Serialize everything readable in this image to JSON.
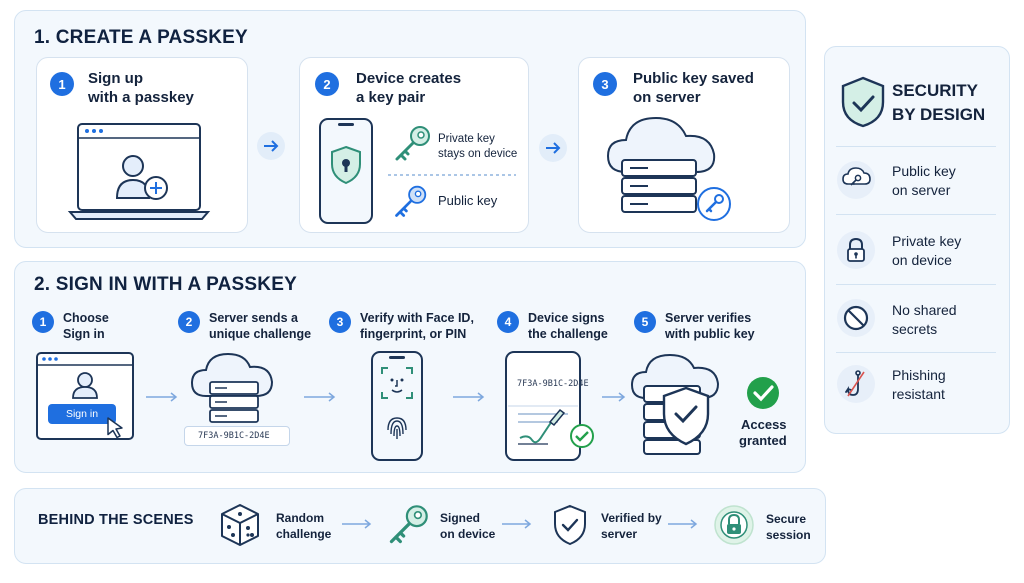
{
  "create": {
    "title": "1. CREATE A PASSKEY",
    "steps": [
      {
        "num": "1",
        "line1": "Sign up",
        "line2": "with a passkey"
      },
      {
        "num": "2",
        "line1": "Device creates",
        "line2": "a key pair"
      },
      {
        "num": "3",
        "line1": "Public key saved",
        "line2": "on server"
      }
    ],
    "private_key_line1": "Private key",
    "private_key_line2": "stays on device",
    "public_key": "Public key"
  },
  "signin": {
    "title": "2. SIGN IN WITH A PASSKEY",
    "steps": [
      {
        "num": "1",
        "line1": "Choose",
        "line2": "Sign in"
      },
      {
        "num": "2",
        "line1": "Server sends a",
        "line2": "unique challenge"
      },
      {
        "num": "3",
        "line1": "Verify with Face ID,",
        "line2": "fingerprint, or PIN"
      },
      {
        "num": "4",
        "line1": "Device signs",
        "line2": "the challenge"
      },
      {
        "num": "5",
        "line1": "Server verifies",
        "line2": "with public key"
      }
    ],
    "signin_button": "Sign in",
    "challenge_code": "7F3A-9B1C-2D4E",
    "signed_code": "7F3A-9B1C-2D4E",
    "access_line1": "Access",
    "access_line2": "granted"
  },
  "behind": {
    "title": "BEHIND THE SCENES",
    "items": [
      {
        "line1": "Random",
        "line2": "challenge"
      },
      {
        "line1": "Signed",
        "line2": "on device"
      },
      {
        "line1": "Verified by",
        "line2": "server"
      },
      {
        "line1": "Secure",
        "line2": "session"
      }
    ]
  },
  "security": {
    "title_line1": "SECURITY",
    "title_line2": "BY DESIGN",
    "items": [
      {
        "line1": "Public key",
        "line2": "on server"
      },
      {
        "line1": "Private key",
        "line2": "on device"
      },
      {
        "line1": "No shared",
        "line2": "secrets"
      },
      {
        "line1": "Phishing",
        "line2": "resistant"
      }
    ]
  },
  "colors": {
    "accent": "#1f6fe0",
    "teal": "#3aa58a",
    "green": "#22a04b",
    "navy": "#1d3557"
  }
}
